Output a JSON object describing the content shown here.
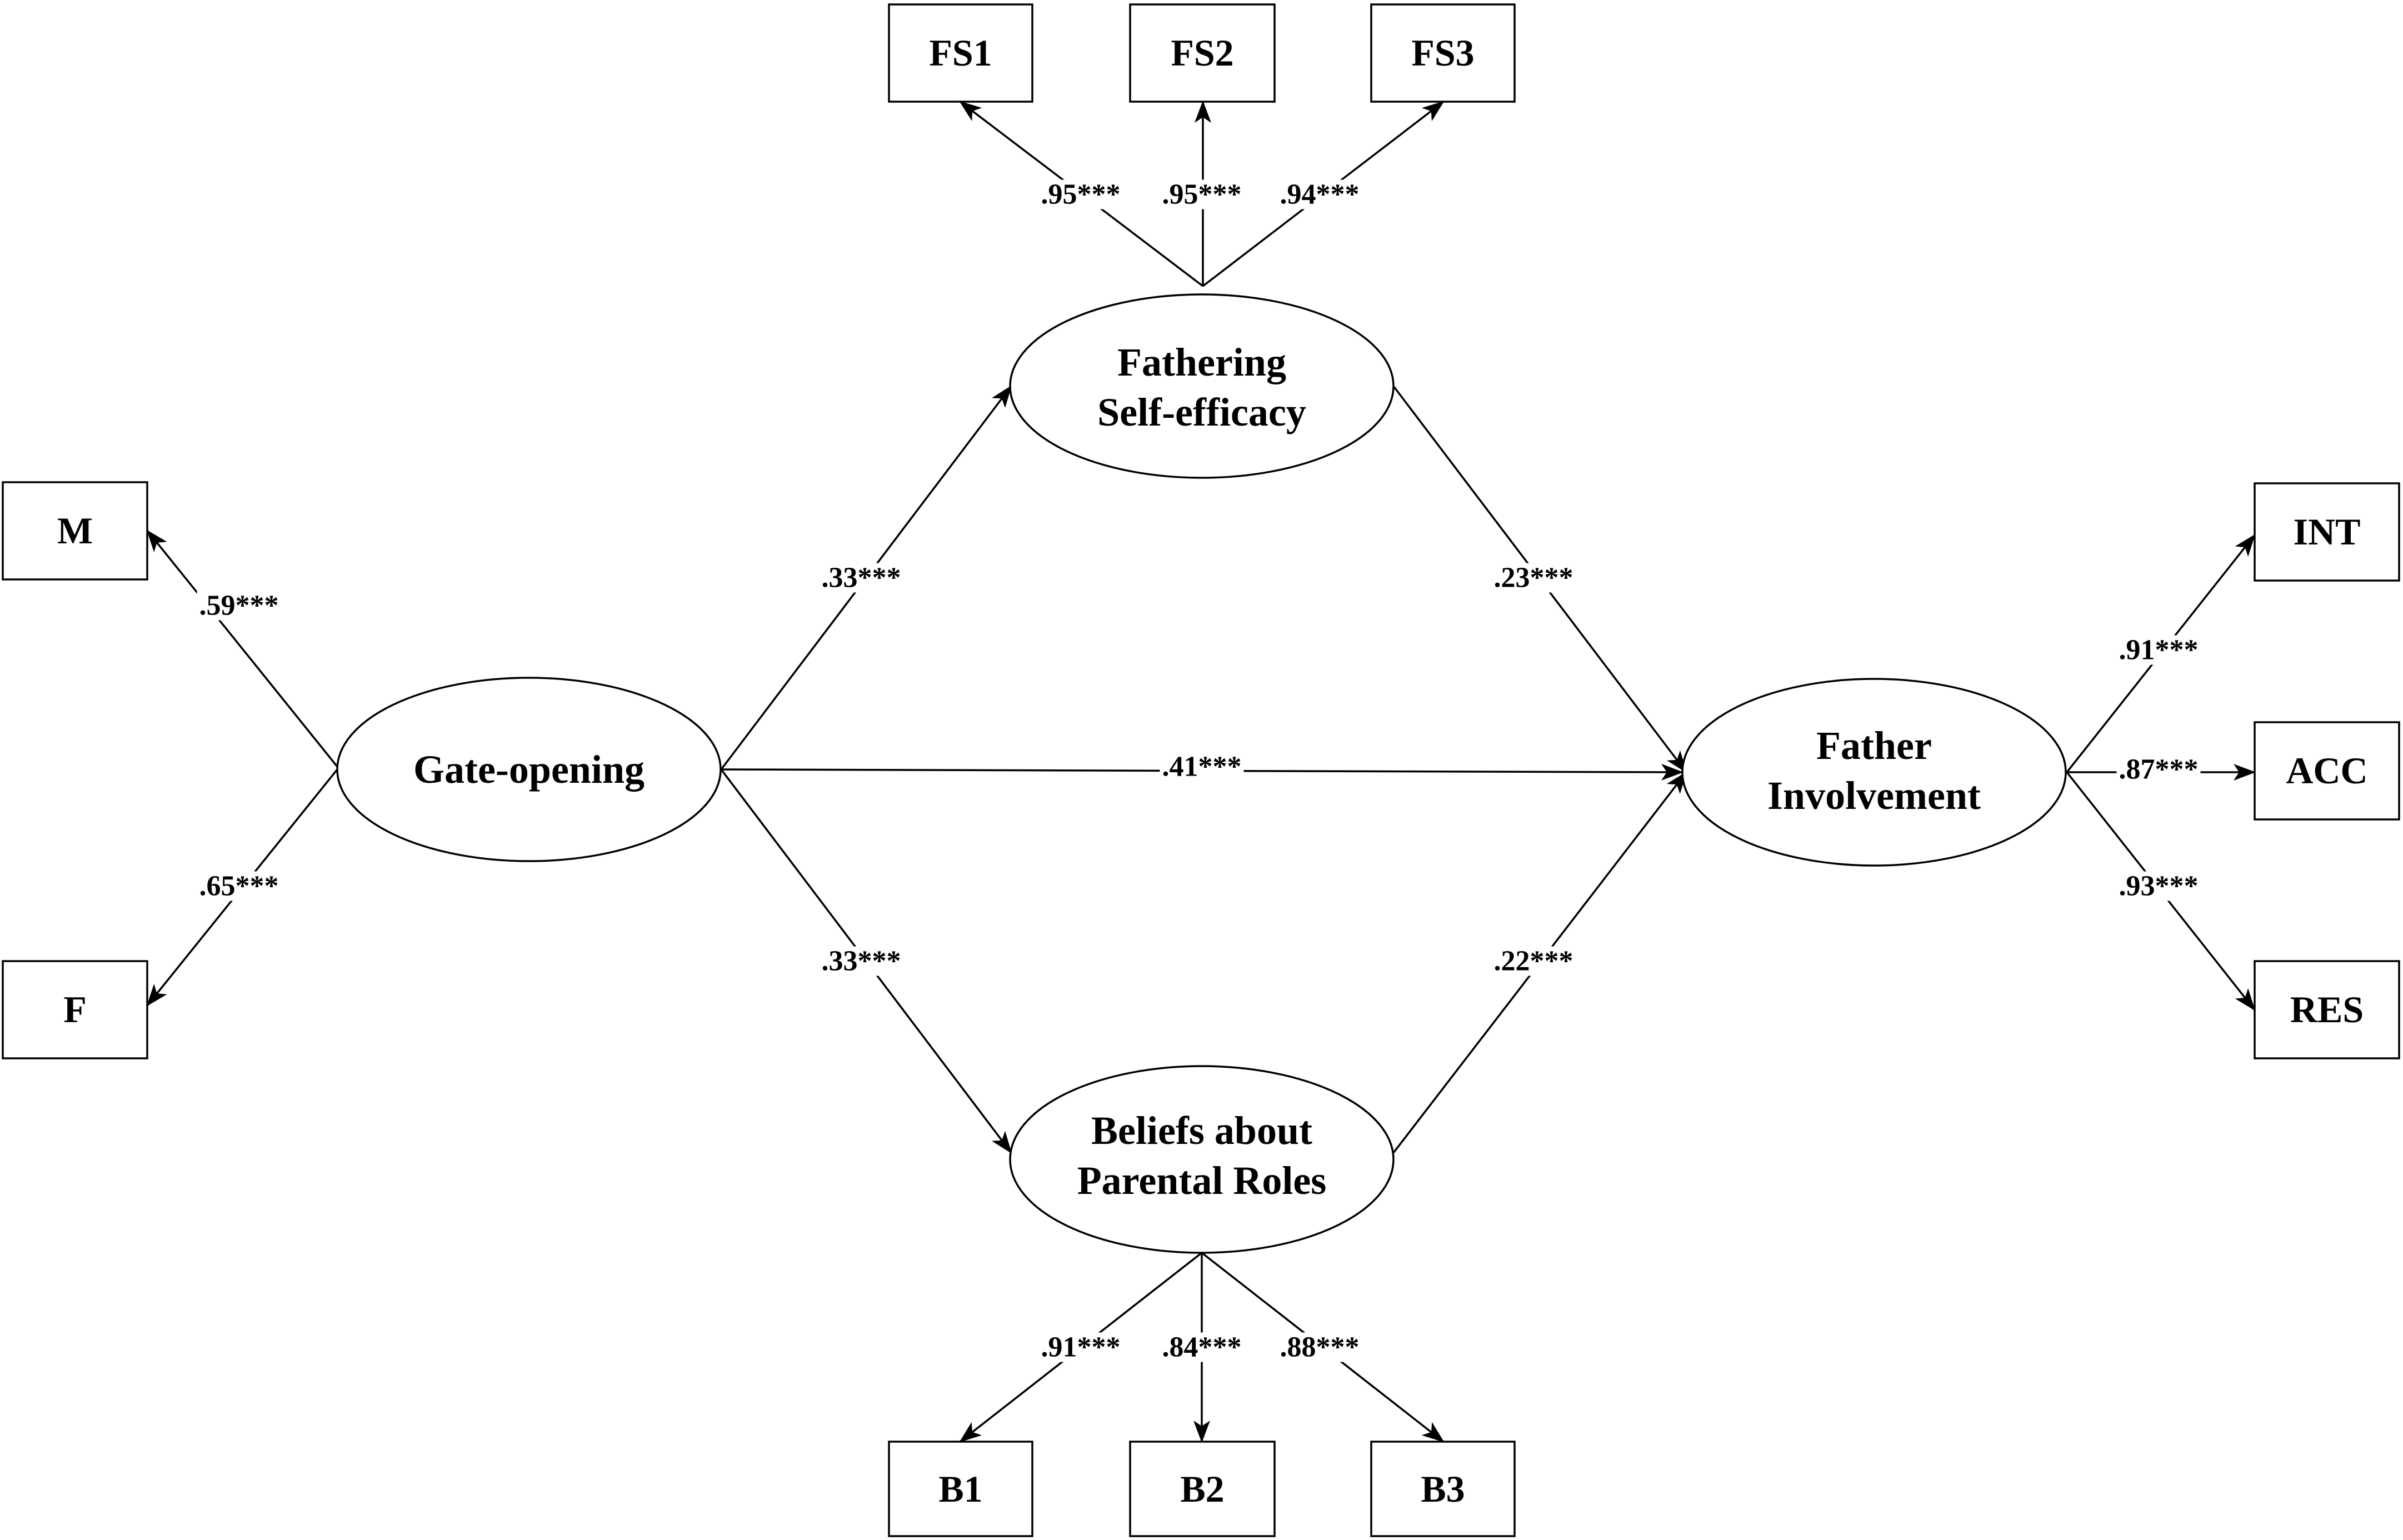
{
  "latent": {
    "gate_opening": "Gate-opening",
    "fathering_self_efficacy": [
      "Fathering",
      "Self-efficacy"
    ],
    "beliefs_parental_roles": [
      "Beliefs about",
      "Parental Roles"
    ],
    "father_involvement": [
      "Father",
      "Involvement"
    ]
  },
  "indicators": {
    "m": "M",
    "f": "F",
    "fs1": "FS1",
    "fs2": "FS2",
    "fs3": "FS3",
    "b1": "B1",
    "b2": "B2",
    "b3": "B3",
    "int": "INT",
    "acc": "ACC",
    "res": "RES"
  },
  "loadings": {
    "m": ".59***",
    "f": ".65***",
    "fs1": ".95***",
    "fs2": ".95***",
    "fs3": ".94***",
    "b1": ".91***",
    "b2": ".84***",
    "b3": ".88***",
    "int": ".91***",
    "acc": ".87***",
    "res": ".93***"
  },
  "paths": {
    "gate_to_fse": ".33***",
    "gate_to_bpr": ".33***",
    "fse_to_fi": ".23***",
    "bpr_to_fi": ".22***",
    "gate_to_fi": ".41***"
  }
}
